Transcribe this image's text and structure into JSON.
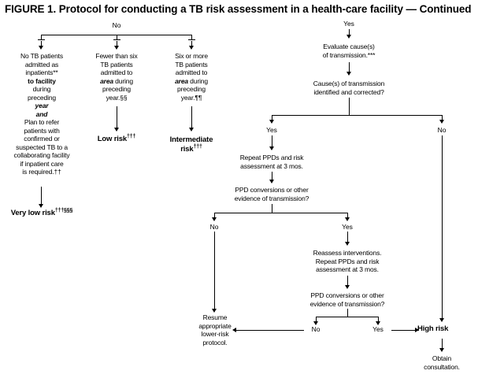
{
  "figure": {
    "title": "FIGURE 1. Protocol for conducting a TB risk assessment in a health-care facility — Continued"
  },
  "branch_labels": {
    "no_top": "No",
    "yes_top": "Yes",
    "yes_cause": "Yes",
    "no_cause": "No",
    "no_ppd1": "No",
    "yes_ppd1": "Yes",
    "no_ppd2": "No",
    "yes_ppd2": "Yes"
  },
  "nodes": {
    "no_tb_patients": {
      "lines": [
        "No TB patients",
        "admitted as",
        "inpatients**",
        "to facility",
        "during",
        "preceding",
        "year",
        "and",
        "Plan to refer",
        "patients with",
        "confirmed or",
        "suspected TB to a",
        "collaborating facility",
        "if inpatient care",
        "is required.††"
      ],
      "plain": "No TB patients admitted as inpatients** to facility during preceding year and Plan to refer patients with confirmed or suspected TB to a collaborating facility if inpatient care is required.††"
    },
    "fewer_than_six": {
      "lines": [
        "Fewer than six",
        "TB patients",
        "admitted to",
        "area during",
        "preceding",
        "year.§§"
      ],
      "plain": "Fewer than six TB patients admitted to area during preceding year.§§"
    },
    "six_or_more": {
      "lines": [
        "Six or more",
        "TB patients",
        "admitted to",
        "area during",
        "preceding",
        "year.¶¶"
      ],
      "plain": "Six or more TB patients admitted to area during preceding year.¶¶"
    },
    "very_low_risk": {
      "text": "Very low risk",
      "sup": "†††§§§"
    },
    "low_risk": {
      "text": "Low risk",
      "sup": "†††"
    },
    "intermediate_risk": {
      "line1": "Intermediate",
      "line2": "risk",
      "sup": "†††"
    },
    "evaluate_cause": {
      "line1": "Evaluate cause(s)",
      "line2": "of transmission.***",
      "plain": "Evaluate cause(s) of transmission.***"
    },
    "cause_identified": {
      "line1": "Cause(s) of transmission",
      "line2": "identified and corrected?",
      "plain": "Cause(s) of transmission identified and corrected?"
    },
    "repeat_ppd_1": {
      "line1": "Repeat PPDs and risk",
      "line2": "assessment at 3 mos.",
      "plain": "Repeat PPDs and risk assessment at 3 mos."
    },
    "ppd_conversions_1": {
      "line1": "PPD conversions or other",
      "line2": "evidence of transmission?",
      "plain": "PPD conversions or other evidence of transmission?"
    },
    "reassess": {
      "line1": "Reassess interventions.",
      "line2": "Repeat PPDs and risk",
      "line3": "assessment at 3 mos.",
      "plain": "Reassess interventions. Repeat PPDs and risk assessment at 3 mos."
    },
    "ppd_conversions_2": {
      "line1": "PPD conversions or other",
      "line2": "evidence of transmission?",
      "plain": "PPD conversions or other evidence of transmission?"
    },
    "resume": {
      "line1": "Resume",
      "line2": "appropriate",
      "line3": "lower-risk",
      "line4": "protocol.",
      "plain": "Resume appropriate lower-risk protocol."
    },
    "high_risk": {
      "text": "High risk"
    },
    "obtain_consultation": {
      "line1": "Obtain",
      "line2": "consultation.",
      "plain": "Obtain consultation."
    }
  },
  "colors": {
    "ink": "#000000",
    "paper": "#ffffff"
  }
}
